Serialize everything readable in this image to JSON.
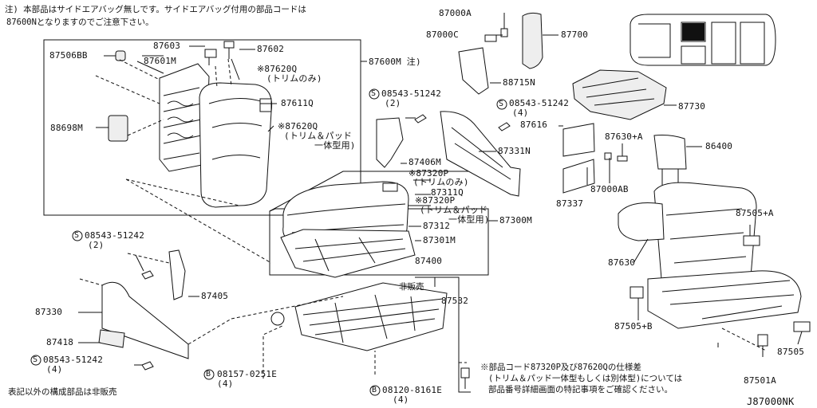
{
  "notes": {
    "top_line1": "注) 本部品はサイドエアバッグ無しです。サイドエアバッグ付用の部品コードは",
    "top_line2": "87600Nとなりますのでご注意下さい。",
    "bottom_left": "表記以外の構成部品は非販売",
    "bottom_right_line1": "※部品コード87320P及び87620Qの仕様差",
    "bottom_right_line2": "(トリム＆パッド一体型もしくは別体型)については",
    "bottom_right_line3": "部品番号詳細画面の特記事項をご確認ください。",
    "non_sale": "非販売"
  },
  "diagram_code": "J87000NK",
  "labels": {
    "p87603": "87603",
    "p87602": "87602",
    "p87506BB": "87506BB",
    "p87601M": "87601M",
    "p87600M": "87600M 注)",
    "p87620Q_a": "※87620Q",
    "p87620Q_a_sub": "(トリムのみ)",
    "p87611Q": "87611Q",
    "p88698M": "88698M",
    "p87620Q_b": "※87620Q",
    "p87620Q_b_sub1": "(トリム＆パッド",
    "p87620Q_b_sub2": "一体型用)",
    "p87000A": "87000A",
    "p87000C": "87000C",
    "p87700": "87700",
    "p88715N": "88715N",
    "p87730": "87730",
    "bolt_1": "08543-51242",
    "bolt_1_qty": "(2)",
    "bolt_2": "08543-51242",
    "bolt_2_qty": "(4)",
    "p87616": "87616",
    "p87630A": "87630+A",
    "p86400": "86400",
    "p87406M": "87406M",
    "p87331N": "87331N",
    "p87320P_a": "※87320P",
    "p87320P_a_sub": "(トリムのみ)",
    "p87311Q": "87311Q",
    "p87320P_b": "※87320P",
    "p87320P_b_sub1": "(トリム＆パッド",
    "p87320P_b_sub2": "一体型用)",
    "p87000AB": "87000AB",
    "p87337": "87337",
    "p87505A": "87505+A",
    "p87312": "87312",
    "p87300M": "87300M",
    "p87301M": "87301M",
    "p87630": "87630",
    "bolt_3": "08543-51242",
    "bolt_3_qty": "(2)",
    "p87400": "87400",
    "p87405": "87405",
    "p87532": "87532",
    "p87330": "87330",
    "p87505B": "87505+B",
    "p87418": "87418",
    "p87505": "87505",
    "bolt_4": "08543-51242",
    "bolt_4_qty": "(4)",
    "bolt_5": "08157-0251E",
    "bolt_5_qty": "(4)",
    "p87501A": "87501A",
    "bolt_6": "08120-8161E",
    "bolt_6_qty": "(4)"
  },
  "callout_symbols": {
    "s": "S",
    "b": "B"
  }
}
